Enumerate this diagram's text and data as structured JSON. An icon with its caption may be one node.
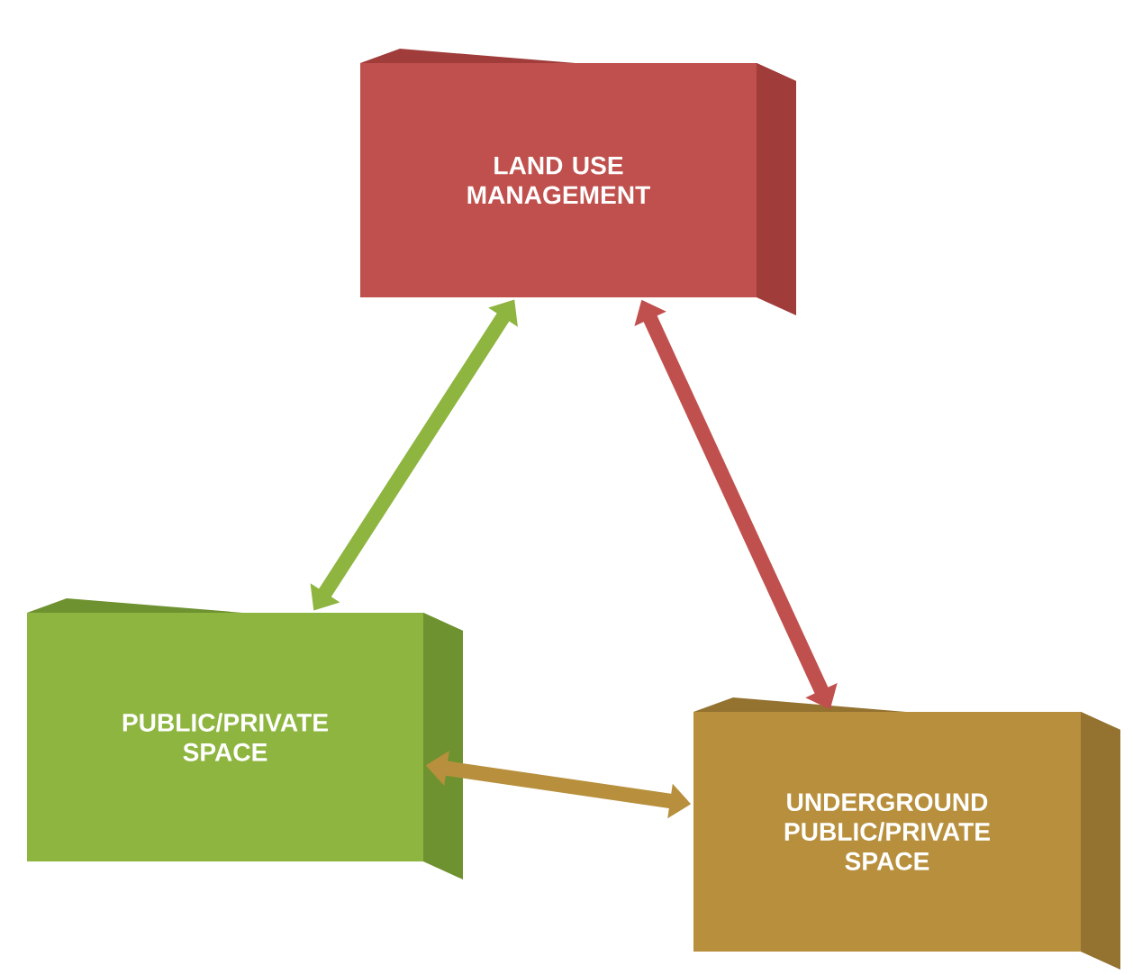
{
  "diagram": {
    "nodes": [
      {
        "text": [
          "LAND USE MANAGEMENT"
        ]
      },
      {
        "text": [
          "PUBLIC/PRIVATE SPACE"
        ]
      },
      {
        "text": [
          "UNDERGROUND PUBLIC/PRIVATE SPACE"
        ]
      }
    ],
    "edges": [
      {
        "from": 0,
        "to": 1,
        "arrow": "both",
        "color": "#8db53f"
      },
      {
        "from": 0,
        "to": 2,
        "arrow": "both",
        "color": "#c0504d"
      },
      {
        "from": 1,
        "to": 2,
        "arrow": "both",
        "color": "#b8903d"
      }
    ]
  }
}
